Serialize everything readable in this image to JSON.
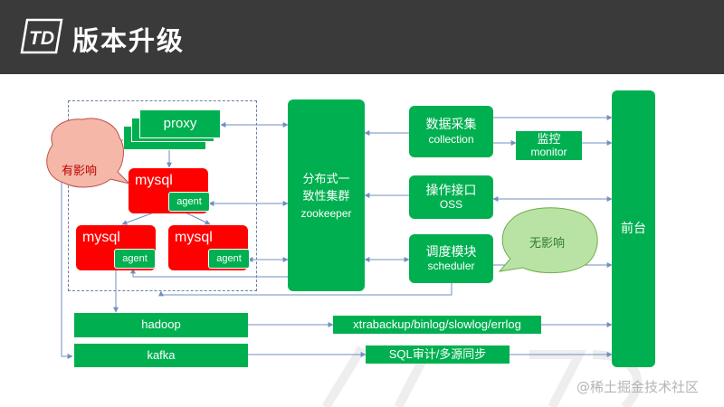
{
  "header": {
    "logo_text": "TD",
    "title": "版本升级"
  },
  "proxy": {
    "label": "proxy"
  },
  "mysql_master": {
    "label": "mysql",
    "agent": "agent"
  },
  "mysql_slave_left": {
    "label": "mysql",
    "agent": "agent"
  },
  "mysql_slave_right": {
    "label": "mysql",
    "agent": "agent"
  },
  "zookeeper": {
    "line1": "分布式一",
    "line2": "致性集群",
    "line3": "zookeeper"
  },
  "collection": {
    "line1": "数据采集",
    "line2": "collection"
  },
  "monitor": {
    "line1": "监控",
    "line2": "monitor"
  },
  "oss": {
    "line1": "操作接口",
    "line2": "OSS"
  },
  "scheduler": {
    "line1": "调度模块",
    "line2": "scheduler"
  },
  "frontend": {
    "label": "前台"
  },
  "hadoop": {
    "label": "hadoop"
  },
  "kafka": {
    "label": "kafka"
  },
  "xtrabackup": {
    "label": "xtrabackup/binlog/slowlog/errlog"
  },
  "sql_audit": {
    "label": "SQL审计/多源同步"
  },
  "callouts": {
    "affected": "有影响",
    "unaffected": "无影响"
  },
  "watermark": {
    "credit": "@稀土掘金技术社区"
  },
  "colors": {
    "green": "#00b050",
    "red": "#ff0000",
    "header": "#3a3a3a",
    "callout_red": "#f4b7a8",
    "callout_green": "#b9e3a4",
    "arrow": "#6f8fc2"
  }
}
